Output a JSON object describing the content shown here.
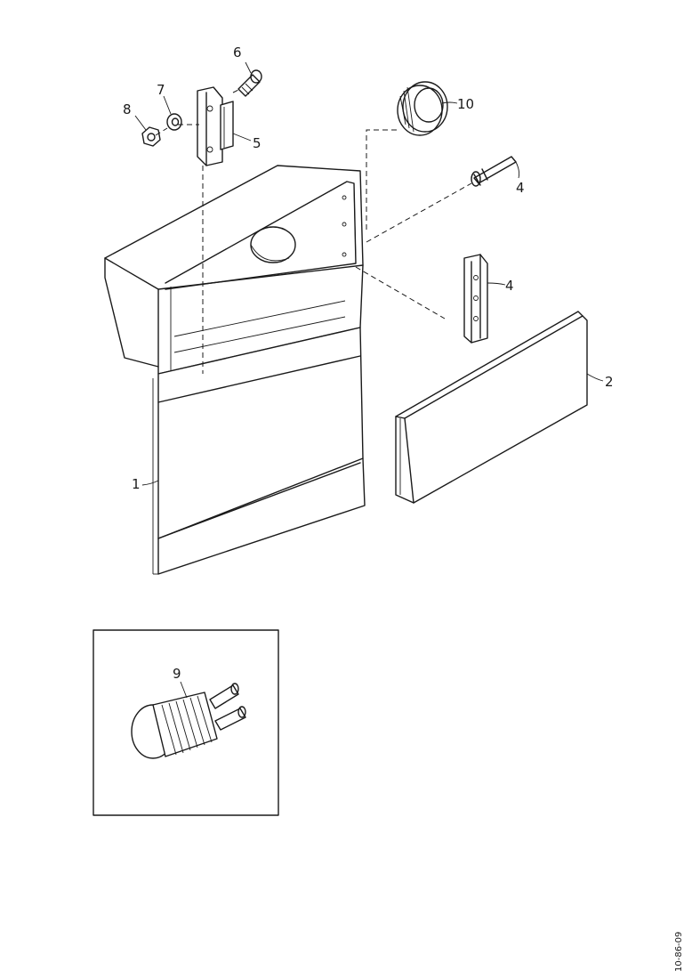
{
  "callouts": {
    "door_panel": "1",
    "front_panel": "2",
    "hinge_right": "4",
    "pin": "4",
    "bracket": "5",
    "screw": "6",
    "washer": "7",
    "nut": "8",
    "plug": "9",
    "gasket_ring": "10"
  },
  "figure_code": "10-86-09"
}
